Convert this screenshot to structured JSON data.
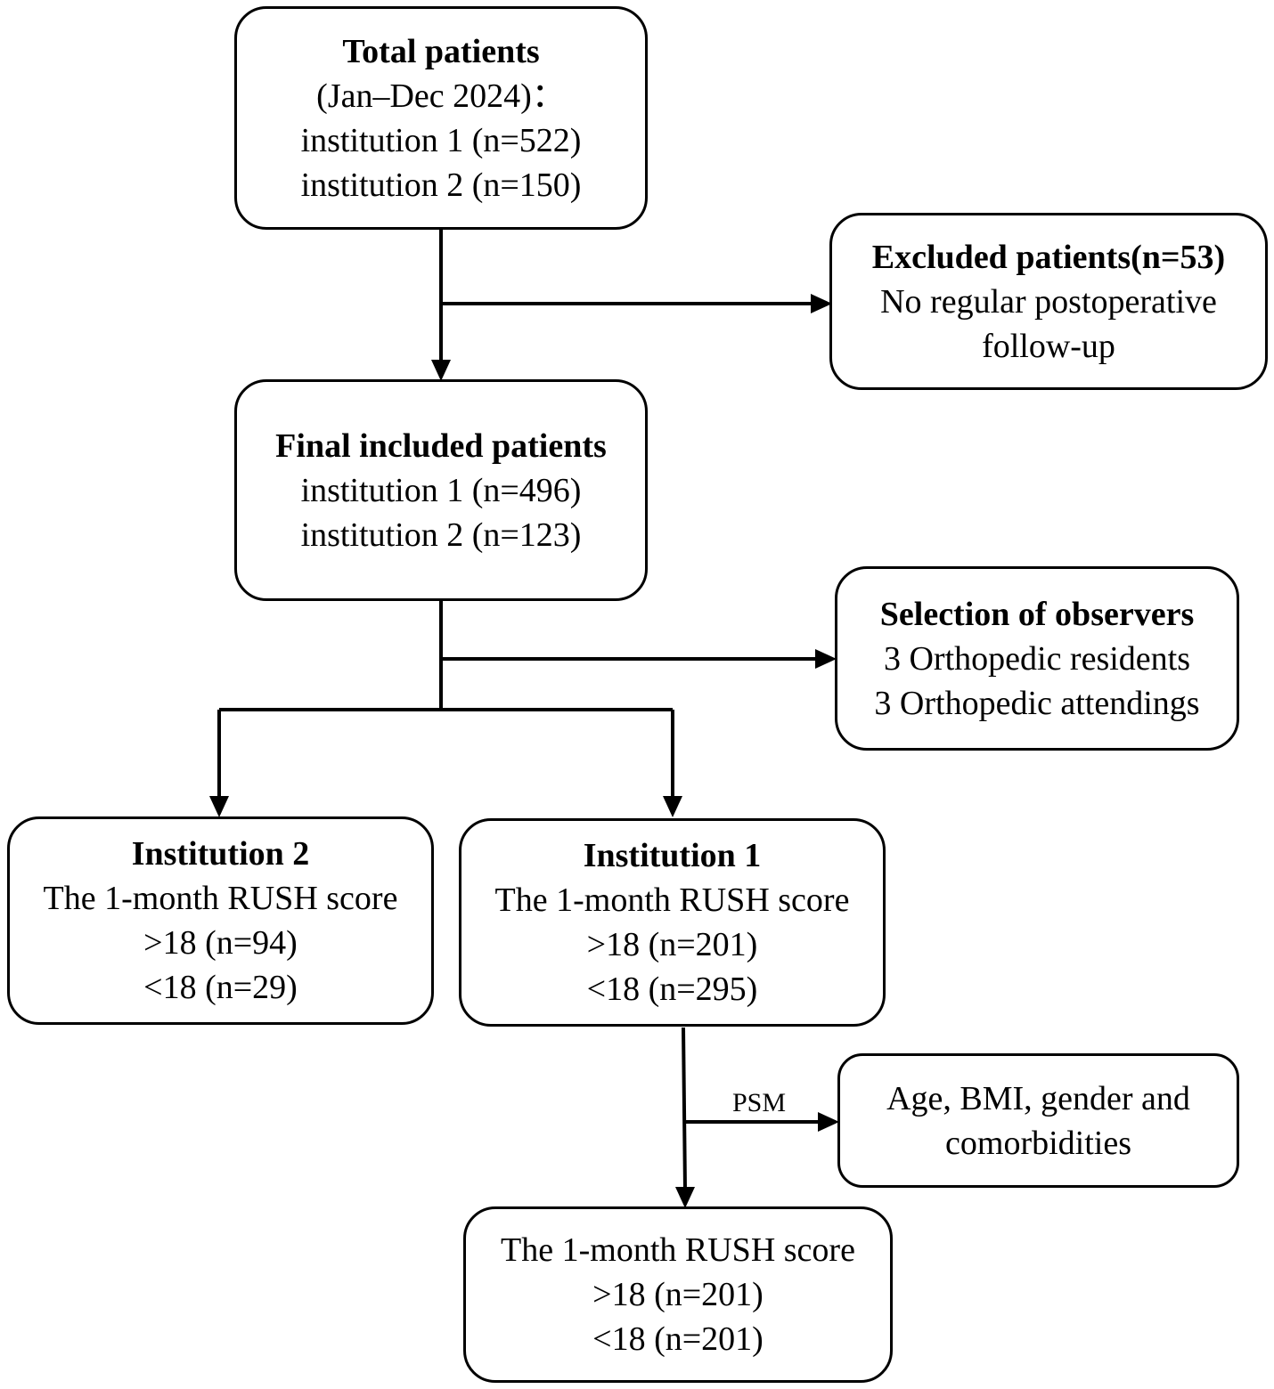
{
  "nodes": {
    "total": {
      "title": "Total patients",
      "lines": [
        "(Jan–Dec 2024)：",
        "institution 1 (n=522)",
        "institution 2 (n=150)"
      ]
    },
    "excluded": {
      "title": "Excluded patients(n=53)",
      "lines": [
        "No regular postoperative",
        "follow-up"
      ]
    },
    "final": {
      "title": "Final included patients",
      "lines": [
        "institution 1 (n=496)",
        "institution 2 (n=123)"
      ]
    },
    "observers": {
      "title": "Selection of observers",
      "lines": [
        "3 Orthopedic residents",
        "3 Orthopedic attendings"
      ]
    },
    "inst2": {
      "title": "Institution 2",
      "lines": [
        "The 1-month RUSH score",
        ">18 (n=94)",
        "<18 (n=29)"
      ]
    },
    "inst1": {
      "title": "Institution 1",
      "lines": [
        "The 1-month RUSH score",
        ">18 (n=201)",
        "<18 (n=295)"
      ]
    },
    "psm_vars": {
      "lines": [
        "Age, BMI, gender and",
        "comorbidities"
      ]
    },
    "matched": {
      "lines": [
        "The 1-month RUSH score",
        ">18 (n=201)",
        "<18 (n=201)"
      ]
    }
  },
  "psm_label": "PSM"
}
